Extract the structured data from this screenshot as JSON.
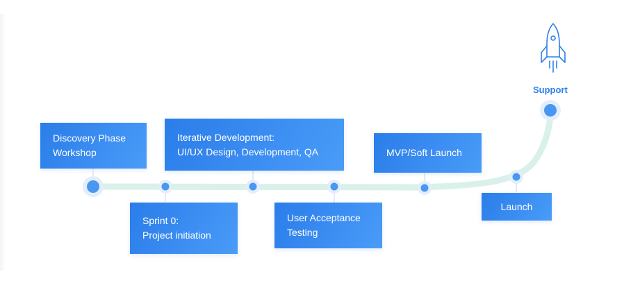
{
  "colors": {
    "accent": "#2e80ea",
    "track": "#d9f1ea",
    "node": "#4a97f2",
    "node_halo": "#e3eefb",
    "connector": "#c7d6ea"
  },
  "stages": [
    {
      "label_lines": [
        "Discovery Phase",
        "Workshop"
      ]
    },
    {
      "label_lines": [
        "Sprint 0:",
        "Project initiation"
      ]
    },
    {
      "label_lines": [
        "Iterative Development:",
        "UI/UX Design, Development, QA"
      ]
    },
    {
      "label_lines": [
        "User Acceptance",
        "Testing"
      ]
    },
    {
      "label_lines": [
        "MVP/Soft Launch"
      ]
    },
    {
      "label_lines": [
        "Launch"
      ]
    }
  ],
  "final": {
    "label": "Support",
    "icon": "rocket-icon"
  }
}
